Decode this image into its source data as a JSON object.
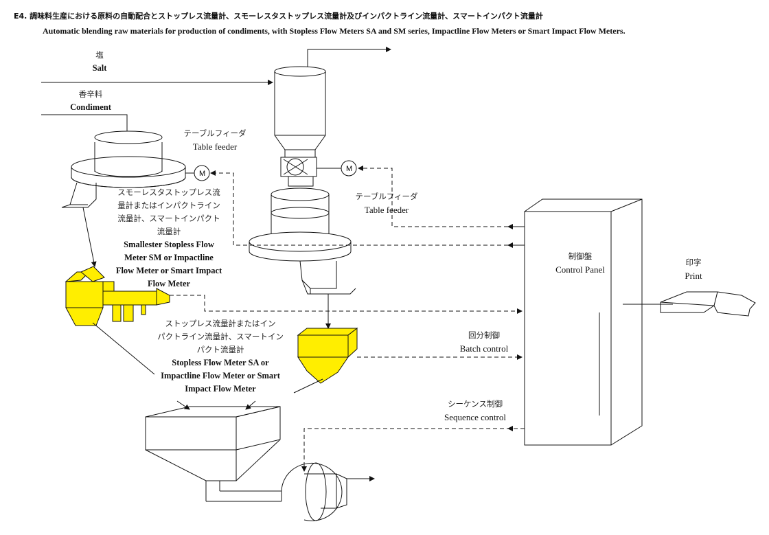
{
  "title": {
    "jp": "E4. 調味料生産における原料の自動配合とストップレス流量計、スモーレスタストップレス流量計及びインパクトライン流量計、スマートインパクト流量計",
    "en": "Automatic blending raw materials for production of condiments, with Stopless Flow Meters SA and SM series, Impactline Flow Meters or Smart Impact Flow Meters."
  },
  "labels": {
    "salt": {
      "jp": "塩",
      "en": "Salt"
    },
    "condiment": {
      "jp": "香辛料",
      "en": "Condiment"
    },
    "table_feeder_1": {
      "jp": "テーブルフィーダ",
      "en": "Table feeder"
    },
    "table_feeder_2": {
      "jp": "テーブルフィーダ",
      "en": "Table feeder"
    },
    "sm_meter": {
      "jp1": "スモーレスタストップレス流",
      "jp2": "量計またはインパクトライン",
      "jp3": "流量計、スマートインパクト",
      "jp4": "流量計",
      "en1": "Smallester Stopless Flow",
      "en2": "Meter SM or Impactline",
      "en3": "Flow Meter or Smart Impact",
      "en4": "Flow Meter"
    },
    "sa_meter": {
      "jp1": "ストップレス流量計またはイン",
      "jp2": "パクトライン流量計、スマートイン",
      "jp3": "パクト流量計",
      "en1": "Stopless Flow Meter SA or",
      "en2": "Impactline Flow Meter or Smart",
      "en3": "Impact Flow Meter"
    },
    "control_panel": {
      "jp": "制御盤",
      "en": "Control Panel"
    },
    "print": {
      "jp": "印字",
      "en": "Print"
    },
    "batch_control": {
      "jp": "回分制御",
      "en": "Batch control"
    },
    "sequence_control": {
      "jp": "シーケンス制御",
      "en": "Sequence control"
    },
    "motor_1": "M",
    "motor_2": "M"
  },
  "colors": {
    "meter_fill": "#ffee00",
    "line": "#111111",
    "background": "#ffffff"
  }
}
